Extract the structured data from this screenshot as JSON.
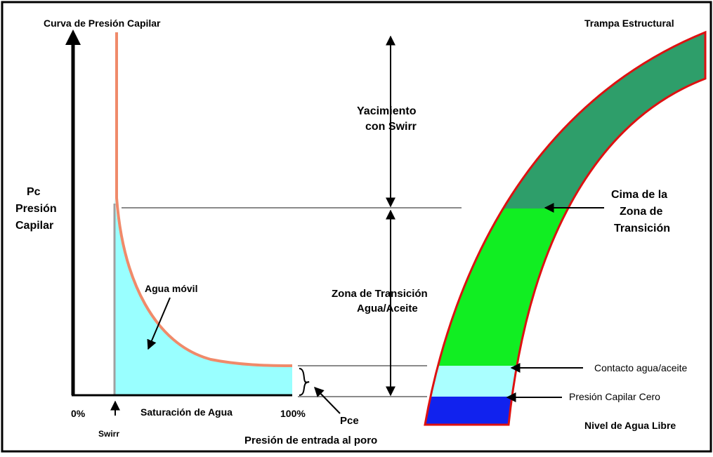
{
  "title_left": "Curva de Presión Capilar",
  "title_right": "Trampa Estructural",
  "y_axis": {
    "line1": "Pc",
    "line2": "Presión",
    "line3": "Capilar"
  },
  "x_axis": {
    "min_label": "0%",
    "max_label": "100%",
    "title": "Saturación de Agua",
    "swirr_label": "Swirr"
  },
  "pce": {
    "label": "Pce",
    "caption": "Presión de entrada al poro"
  },
  "regions": {
    "agua_movil": "Agua móvil",
    "yacimiento_line1": "Yacimiento",
    "yacimiento_line2": "con Swirr",
    "transicion_line1": "Zona de Transición",
    "transicion_line2": "Agua/Aceite"
  },
  "trap_labels": {
    "cima_line1": "Cima de la",
    "cima_line2": "Zona de",
    "cima_line3": "Transición",
    "contacto": "Contacto agua/aceite",
    "presion_cero": "Presión Capilar Cero",
    "nivel_agua": "Nivel de Agua Libre"
  },
  "colors": {
    "curve": "#f08a6a",
    "agua_movil_fill": "#99ffff",
    "oil_zone": "#2e9e6a",
    "transition_zone": "#11ee22",
    "water_zone": "#aaffff",
    "free_water": "#1122ee",
    "trap_outline": "#dd1111",
    "guide_lines": "#8a8a8a",
    "frame": "#000000"
  }
}
